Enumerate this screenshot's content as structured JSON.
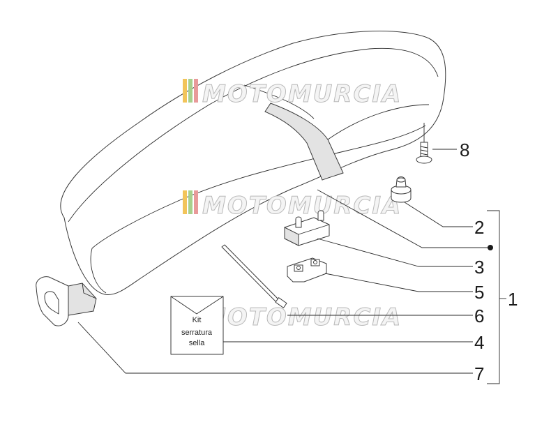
{
  "watermark": {
    "text": "MOTOMURCIA",
    "colors": [
      "#f2c45a",
      "#a8d08d",
      "#e89a9a"
    ]
  },
  "callouts": [
    {
      "id": "1",
      "label": "1"
    },
    {
      "id": "2",
      "label": "2"
    },
    {
      "id": "3",
      "label": "3"
    },
    {
      "id": "4",
      "label": "4"
    },
    {
      "id": "5",
      "label": "5"
    },
    {
      "id": "6",
      "label": "6"
    },
    {
      "id": "7",
      "label": "7"
    },
    {
      "id": "8",
      "label": "8"
    }
  ],
  "kit_box": {
    "line1": "Kit",
    "line2": "serratura",
    "line3": "sella"
  },
  "colors": {
    "line": "#2a2a2a",
    "part_fill": "#ffffff",
    "shade": "#e3e3e3"
  }
}
